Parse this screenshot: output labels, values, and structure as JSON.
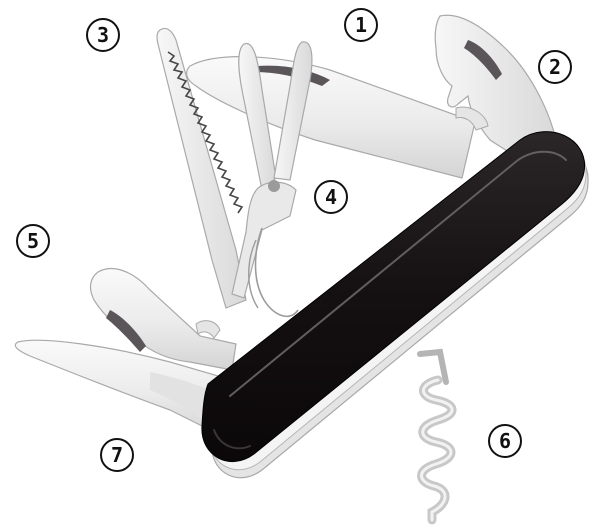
{
  "callouts": [
    {
      "id": "c1",
      "label": "1",
      "tool": "large-blade"
    },
    {
      "id": "c2",
      "label": "2",
      "tool": "can-opener"
    },
    {
      "id": "c3",
      "label": "3",
      "tool": "wood-saw"
    },
    {
      "id": "c4",
      "label": "4",
      "tool": "scissors"
    },
    {
      "id": "c5",
      "label": "5",
      "tool": "bottle-opener"
    },
    {
      "id": "c6",
      "label": "6",
      "tool": "corkscrew"
    },
    {
      "id": "c7",
      "label": "7",
      "tool": "small-blade"
    }
  ],
  "colors": {
    "handle": "#161214",
    "handle_highlight": "#6a6668",
    "blade_light": "#f2f2f2",
    "blade_mid": "#d8d8d8",
    "blade_outline": "#a9a9a9",
    "slot": "#5a5558",
    "callout_stroke": "#111111"
  }
}
